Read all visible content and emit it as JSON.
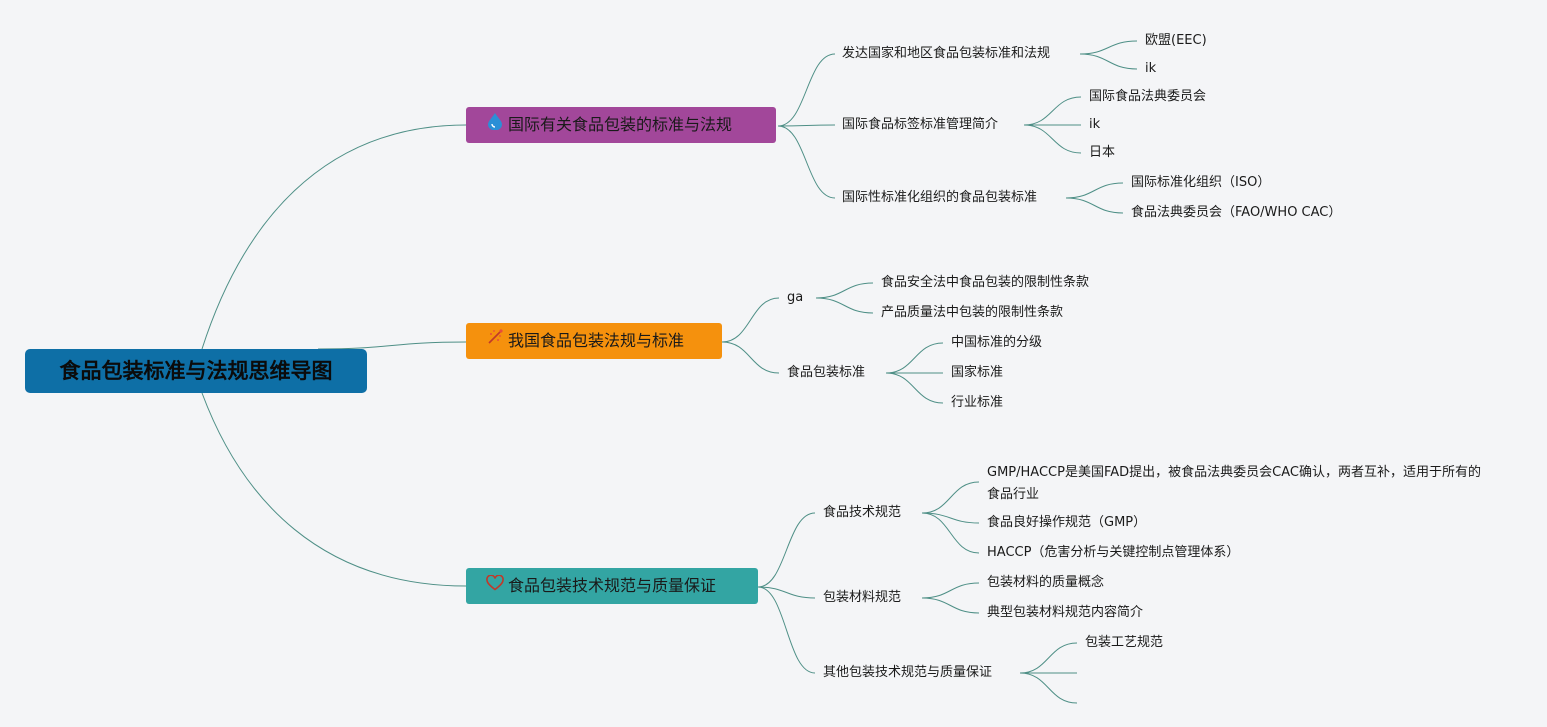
{
  "root": {
    "label": "食品包装标准与法规思维导图"
  },
  "branches": [
    {
      "label": "国际有关食品包装的标准与法规",
      "icon": "water-drop-icon",
      "color": "#a2479a",
      "children": [
        {
          "label": "发达国家和地区食品包装标准和法规",
          "children": [
            "欧盟(EEC)",
            "ik"
          ]
        },
        {
          "label": "国际食品标签标准管理简介",
          "children": [
            "国际食品法典委员会",
            "ik",
            "日本"
          ]
        },
        {
          "label": "国际性标准化组织的食品包装标准",
          "children": [
            "国际标准化组织（ISO）",
            "食品法典委员会（FAO/WHO CAC）"
          ]
        }
      ]
    },
    {
      "label": "我国食品包装法规与标准",
      "icon": "sparkle-icon",
      "color": "#f5910d",
      "children": [
        {
          "label": "ga",
          "children": [
            "食品安全法中食品包装的限制性条款",
            "产品质量法中包装的限制性条款"
          ]
        },
        {
          "label": "食品包装标准",
          "children": [
            "中国标准的分级",
            "国家标准",
            "行业标准"
          ]
        }
      ]
    },
    {
      "label": "食品包装技术规范与质量保证",
      "icon": "heart-icon",
      "color": "#33a5a3",
      "children": [
        {
          "label": "食品技术规范",
          "children": [
            "GMP/HACCP是美国FAD提出，被食品法典委员会CAC确认，两者互补，适用于所有的食品行业",
            "食品良好操作规范（GMP）",
            "HACCP（危害分析与关键控制点管理体系）"
          ]
        },
        {
          "label": "包装材料规范",
          "children": [
            "包装材料的质量概念",
            "典型包装材料规范内容简介"
          ]
        },
        {
          "label": "其他包装技术规范与质量保证",
          "children": [
            "包装工艺规范",
            "",
            ""
          ]
        }
      ]
    }
  ],
  "line_color": "#4e8f86"
}
